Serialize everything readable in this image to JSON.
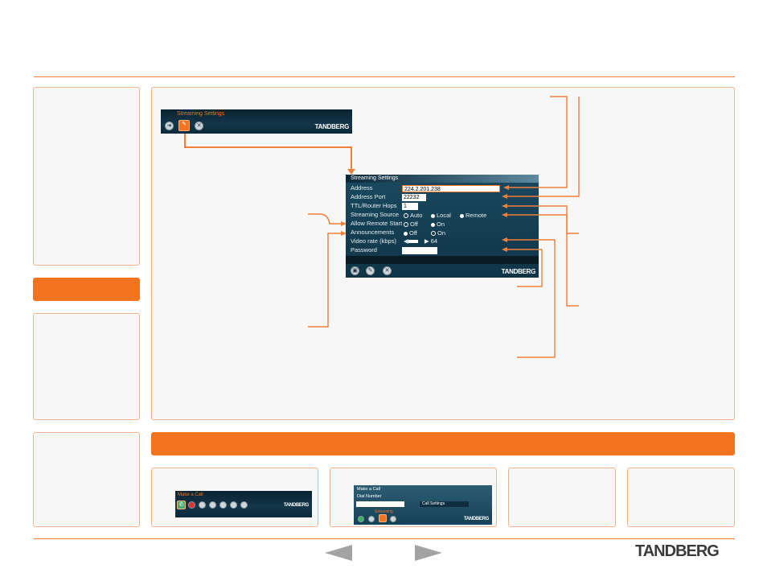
{
  "toolbar_top": {
    "title": "Streaming Settings",
    "logo": "TANDBERG"
  },
  "dialog": {
    "title": "Streaming Settings",
    "rows": [
      {
        "label": "Address",
        "value": "224.2.201.238"
      },
      {
        "label": "Address Port",
        "value": "22232"
      },
      {
        "label": "TTL/Router Hops",
        "value": "1"
      },
      {
        "label": "Streaming Source",
        "options": [
          "Auto",
          "Local",
          "Remote"
        ]
      },
      {
        "label": "Allow Remote Start",
        "options": [
          "Off",
          "On"
        ]
      },
      {
        "label": "Announcements",
        "options": [
          "Off",
          "On"
        ]
      },
      {
        "label": "Video rate (kbps)",
        "value": "64"
      },
      {
        "label": "Password",
        "value": ""
      }
    ],
    "logo": "TANDBERG"
  },
  "thumb1": {
    "title": "Make a Call",
    "logo": "TANDBERG"
  },
  "thumb2": {
    "title": "Make a Call",
    "dial_label": "Dial Number",
    "call_settings": "Call Settings",
    "streaming": "Streaming",
    "logo": "TANDBERG"
  },
  "footer": {
    "logo": "TANDBERG"
  },
  "colors": {
    "accent": "#f47320",
    "panel_border": "#f2b38a",
    "device_bg": "#13374a"
  }
}
